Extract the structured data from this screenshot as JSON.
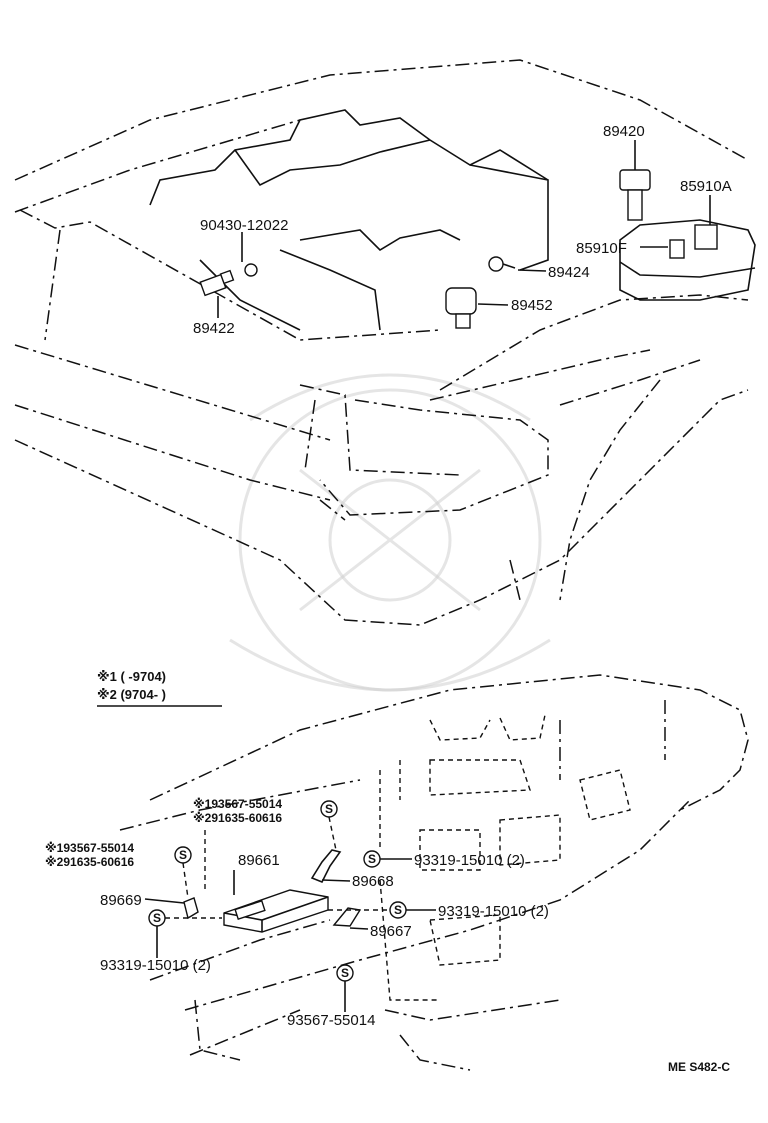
{
  "diagram": {
    "footer_code": "ME  S482-C",
    "legend": {
      "note1": "※1 (      -9704)",
      "note2": "※2 (9704-          )"
    },
    "upper_parts": {
      "p90430": "90430-12022",
      "p89422": "89422",
      "p89420": "89420",
      "p85910A": "85910A",
      "p85910F": "85910F",
      "p89424": "89424",
      "p89452": "89452"
    },
    "lower_parts": {
      "s193567_top": "※193567-55014",
      "s291635_top": "※291635-60616",
      "s193567_left": "※193567-55014",
      "s291635_left": "※291635-60616",
      "p89661": "89661",
      "p89668": "89668",
      "p93319_a": "93319-15010 (2)",
      "p89669": "89669",
      "p93319_b": "93319-15010 (2)",
      "p93319_c": "93319-15010 (2)",
      "p89667": "89667",
      "p93567": "93567-55014"
    },
    "symbol_s": "S"
  }
}
